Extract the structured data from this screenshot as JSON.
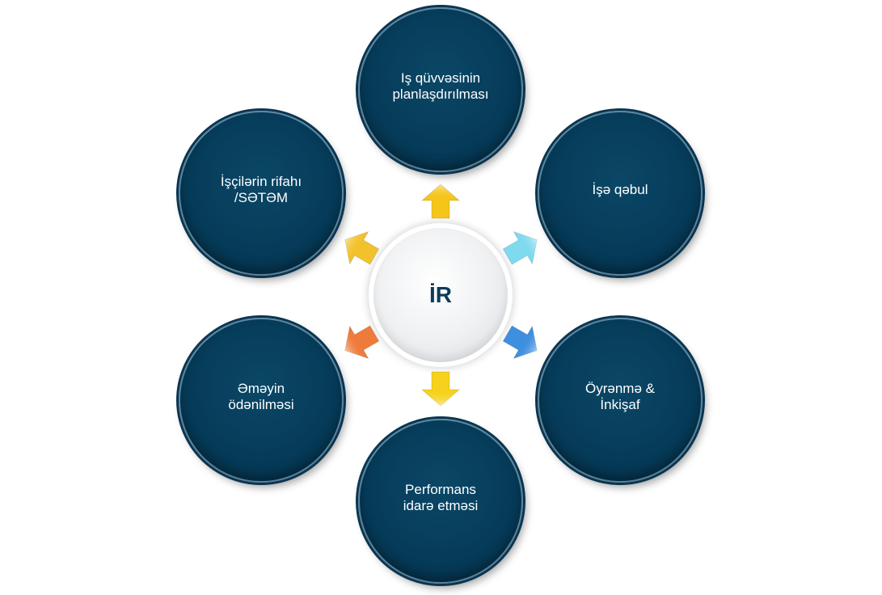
{
  "center": {
    "label": "İR"
  },
  "nodes": [
    {
      "label": "Iş qüvvəsinin\nplanlaşdırılması"
    },
    {
      "label": "İşə qəbul"
    },
    {
      "label": "Öyrənmə &\nİnkişaf"
    },
    {
      "label": "Performans\nidarə etməsi"
    },
    {
      "label": "Əməyin\nödənilməsi"
    },
    {
      "label": "İşçilərin rifahı\n/SƏTƏM"
    }
  ],
  "arrow_colors": {
    "up": "#f5c518",
    "upper_right": "#7fd9ef",
    "lower_right": "#3f8fe0",
    "down": "#f6d21c",
    "lower_left": "#ee7b3a",
    "upper_left": "#f2c22c"
  }
}
